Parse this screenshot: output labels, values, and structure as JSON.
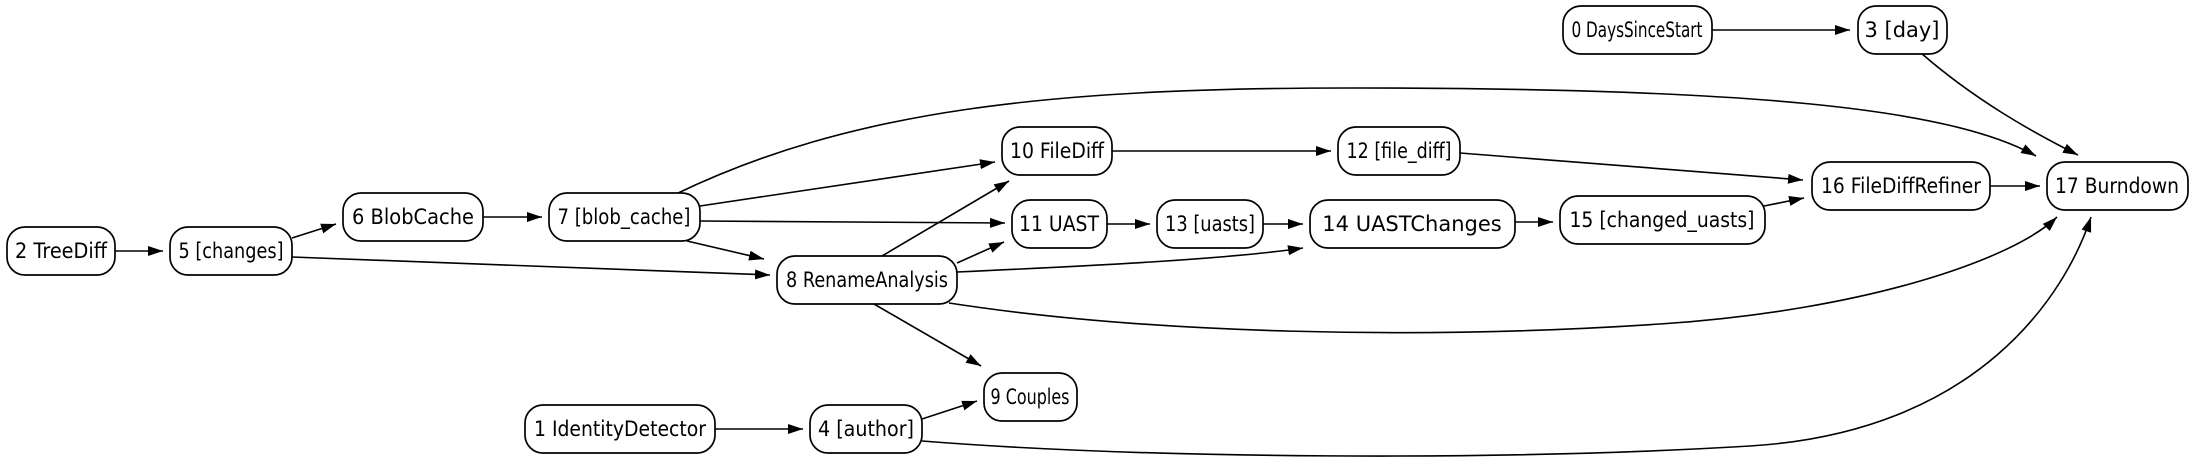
{
  "graph": {
    "title": "dependency pipeline graph",
    "type": "directed-graph",
    "background_color": "#ffffff",
    "node_fill_color": "#ffffff",
    "node_border_color": "#000000",
    "edge_color": "#000000",
    "node_shape": "rounded-rectangle",
    "nodes": {
      "n0": {
        "label": "0 DaysSinceStart"
      },
      "n1": {
        "label": "1 IdentityDetector"
      },
      "n2": {
        "label": "2 TreeDiff"
      },
      "n3": {
        "label": "3 [day]"
      },
      "n4": {
        "label": "4 [author]"
      },
      "n5": {
        "label": "5 [changes]"
      },
      "n6": {
        "label": "6 BlobCache"
      },
      "n7": {
        "label": "7 [blob_cache]"
      },
      "n8": {
        "label": "8 RenameAnalysis"
      },
      "n9": {
        "label": "9 Couples"
      },
      "n10": {
        "label": "10 FileDiff"
      },
      "n11": {
        "label": "11 UAST"
      },
      "n12": {
        "label": "12 [file_diff]"
      },
      "n13": {
        "label": "13 [uasts]"
      },
      "n14": {
        "label": "14 UASTChanges"
      },
      "n15": {
        "label": "15 [changed_uasts]"
      },
      "n16": {
        "label": "16 FileDiffRefiner"
      },
      "n17": {
        "label": "17 Burndown"
      }
    },
    "edges": [
      {
        "from": "n0",
        "to": "n3"
      },
      {
        "from": "n3",
        "to": "n17"
      },
      {
        "from": "n2",
        "to": "n5"
      },
      {
        "from": "n5",
        "to": "n6"
      },
      {
        "from": "n5",
        "to": "n8"
      },
      {
        "from": "n6",
        "to": "n7"
      },
      {
        "from": "n7",
        "to": "n8"
      },
      {
        "from": "n7",
        "to": "n10"
      },
      {
        "from": "n7",
        "to": "n11"
      },
      {
        "from": "n7",
        "to": "n17"
      },
      {
        "from": "n8",
        "to": "n10"
      },
      {
        "from": "n8",
        "to": "n11"
      },
      {
        "from": "n8",
        "to": "n14"
      },
      {
        "from": "n8",
        "to": "n9"
      },
      {
        "from": "n8",
        "to": "n17"
      },
      {
        "from": "n10",
        "to": "n12"
      },
      {
        "from": "n11",
        "to": "n13"
      },
      {
        "from": "n13",
        "to": "n14"
      },
      {
        "from": "n14",
        "to": "n15"
      },
      {
        "from": "n12",
        "to": "n16"
      },
      {
        "from": "n15",
        "to": "n16"
      },
      {
        "from": "n16",
        "to": "n17"
      },
      {
        "from": "n1",
        "to": "n4"
      },
      {
        "from": "n4",
        "to": "n9"
      },
      {
        "from": "n4",
        "to": "n17"
      }
    ]
  }
}
